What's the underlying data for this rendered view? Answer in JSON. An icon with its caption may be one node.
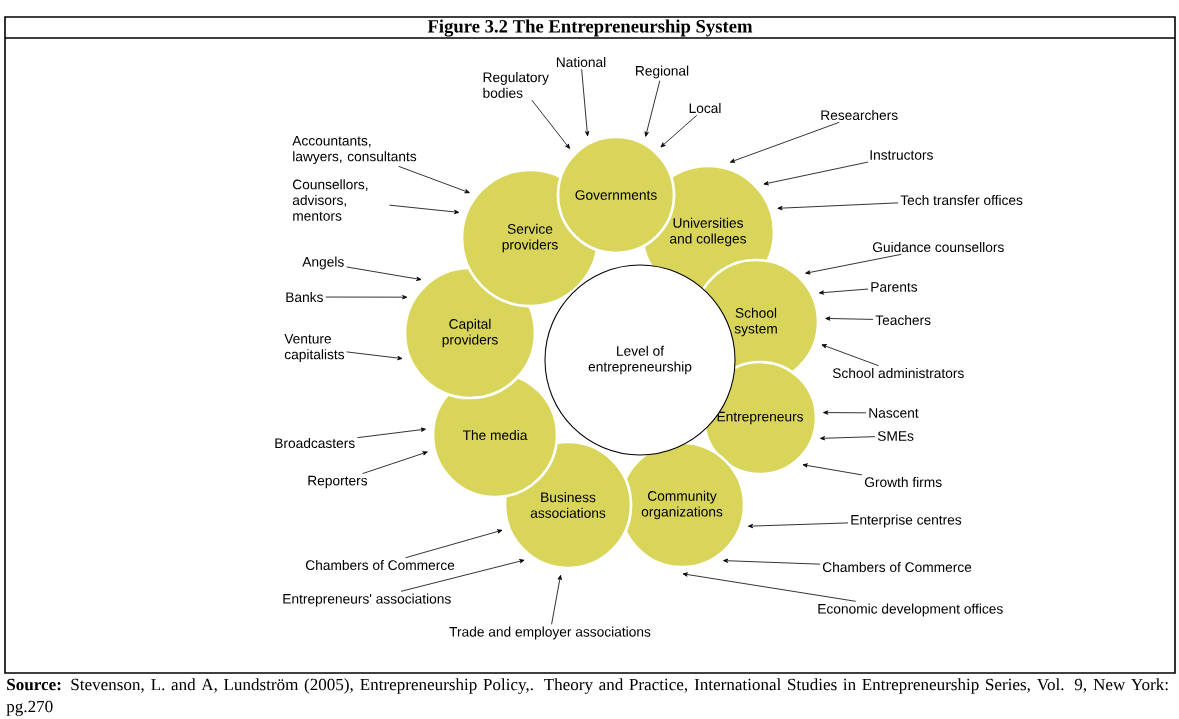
{
  "diagram": {
    "title": "Figure 3.2 The Entrepreneurship System",
    "caption": "**Source:** Stevenson, L. and A, Lundström (2005), Entrepreneurship Policy,. Theory and Practice, International Studies in Entrepreneurship Series, Vol. 9, New York: pg.270",
    "nodes": [
      {
        "text": [
          "Level of entrepreneurship"
        ]
      },
      {
        "text": [
          "Governments"
        ]
      },
      {
        "text": [
          "Universities and colleges"
        ]
      },
      {
        "text": [
          "School system"
        ]
      },
      {
        "text": [
          "Entrepreneurs"
        ]
      },
      {
        "text": [
          "Community organizations"
        ]
      },
      {
        "text": [
          "Business associations"
        ]
      },
      {
        "text": [
          "The media"
        ]
      },
      {
        "text": [
          "Capital providers"
        ]
      },
      {
        "text": [
          "Service providers"
        ]
      },
      {
        "text": [
          "Regulatory bodies"
        ]
      },
      {
        "text": [
          "National"
        ]
      },
      {
        "text": [
          "Regional"
        ]
      },
      {
        "text": [
          "Local"
        ]
      },
      {
        "text": [
          "Researchers"
        ]
      },
      {
        "text": [
          "Instructors"
        ]
      },
      {
        "text": [
          "Tech transfer offices"
        ]
      },
      {
        "text": [
          "Guidance counsellors"
        ]
      },
      {
        "text": [
          "Parents"
        ]
      },
      {
        "text": [
          "Teachers"
        ]
      },
      {
        "text": [
          "School administrators"
        ]
      },
      {
        "text": [
          "Nascent"
        ]
      },
      {
        "text": [
          "SMEs"
        ]
      },
      {
        "text": [
          "Growth firms"
        ]
      },
      {
        "text": [
          "Enterprise centres"
        ]
      },
      {
        "text": [
          "Chambers of Commerce"
        ]
      },
      {
        "text": [
          "Economic development offices"
        ]
      },
      {
        "text": [
          "Trade and employer associations"
        ]
      },
      {
        "text": [
          "Entrepreneurs' associations"
        ]
      },
      {
        "text": [
          "Chambers of Commerce"
        ]
      },
      {
        "text": [
          "Reporters"
        ]
      },
      {
        "text": [
          "Broadcasters"
        ]
      },
      {
        "text": [
          "Venture capitalists"
        ]
      },
      {
        "text": [
          "Banks"
        ]
      },
      {
        "text": [
          "Angels"
        ]
      },
      {
        "text": [
          "Counsellors, advisors, mentors"
        ]
      },
      {
        "text": [
          "Accountants, lawyers, consultants"
        ]
      }
    ],
    "edges": [
      {
        "from": 10,
        "to": 1,
        "arrow": "to"
      },
      {
        "from": 11,
        "to": 1,
        "arrow": "to"
      },
      {
        "from": 12,
        "to": 1,
        "arrow": "to"
      },
      {
        "from": 13,
        "to": 1,
        "arrow": "to"
      },
      {
        "from": 14,
        "to": 2,
        "arrow": "to"
      },
      {
        "from": 15,
        "to": 2,
        "arrow": "to"
      },
      {
        "from": 16,
        "to": 2,
        "arrow": "to"
      },
      {
        "from": 17,
        "to": 3,
        "arrow": "to"
      },
      {
        "from": 18,
        "to": 3,
        "arrow": "to"
      },
      {
        "from": 19,
        "to": 3,
        "arrow": "to"
      },
      {
        "from": 20,
        "to": 3,
        "arrow": "to"
      },
      {
        "from": 21,
        "to": 4,
        "arrow": "to"
      },
      {
        "from": 22,
        "to": 4,
        "arrow": "to"
      },
      {
        "from": 23,
        "to": 4,
        "arrow": "to"
      },
      {
        "from": 24,
        "to": 5,
        "arrow": "to"
      },
      {
        "from": 25,
        "to": 5,
        "arrow": "to"
      },
      {
        "from": 26,
        "to": 5,
        "arrow": "to"
      },
      {
        "from": 27,
        "to": 6,
        "arrow": "to"
      },
      {
        "from": 28,
        "to": 6,
        "arrow": "to"
      },
      {
        "from": 29,
        "to": 6,
        "arrow": "to"
      },
      {
        "from": 30,
        "to": 7,
        "arrow": "to"
      },
      {
        "from": 31,
        "to": 7,
        "arrow": "to"
      },
      {
        "from": 32,
        "to": 8,
        "arrow": "to"
      },
      {
        "from": 33,
        "to": 8,
        "arrow": "to"
      },
      {
        "from": 34,
        "to": 8,
        "arrow": "to"
      },
      {
        "from": 35,
        "to": 9,
        "arrow": "to"
      },
      {
        "from": 36,
        "to": 9,
        "arrow": "to"
      }
    ]
  }
}
